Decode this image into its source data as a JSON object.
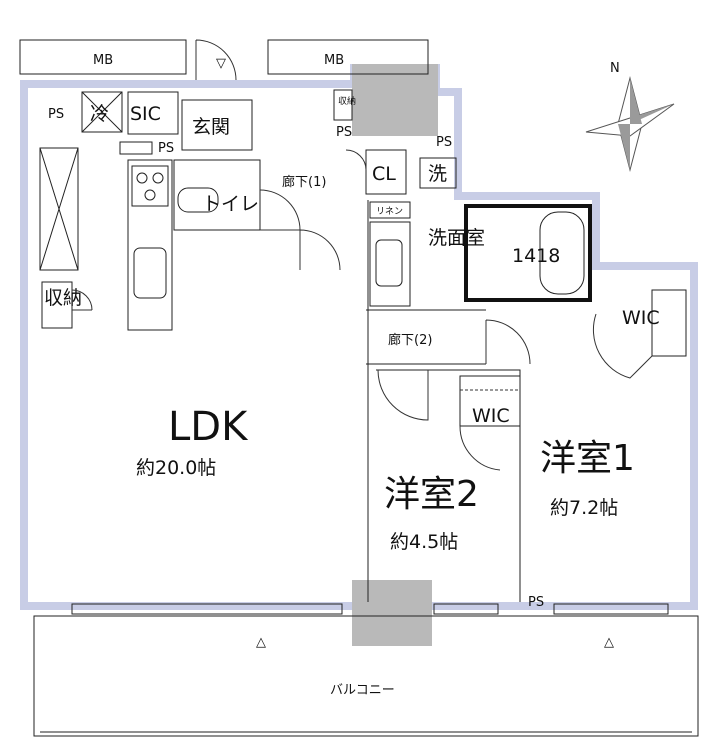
{
  "labels": {
    "mb_left": "MB",
    "mb_right": "MB",
    "ps_top_left": "PS",
    "reizo": "冷",
    "sic": "SIC",
    "genkan": "玄関",
    "ps_small_1": "PS",
    "shuno_small": "収納",
    "ps_entry": "PS",
    "ps_bath": "PS",
    "rouka1": "廊下(1)",
    "cl": "CL",
    "sen": "洗",
    "toilet": "トイレ",
    "rinen": "リネン",
    "senmen": "洗面室",
    "bath_size": "1418",
    "wic_right": "WIC",
    "shuno_left": "収納",
    "rouka2": "廊下(2)",
    "wic_mid": "WIC",
    "ldk": "LDK",
    "ldk_size": "約20.0帖",
    "room2": "洋室2",
    "room2_size": "約4.5帖",
    "room1": "洋室1",
    "room1_size": "約7.2帖",
    "ps_bottom": "PS",
    "balcony": "バルコニー",
    "north": "N"
  }
}
